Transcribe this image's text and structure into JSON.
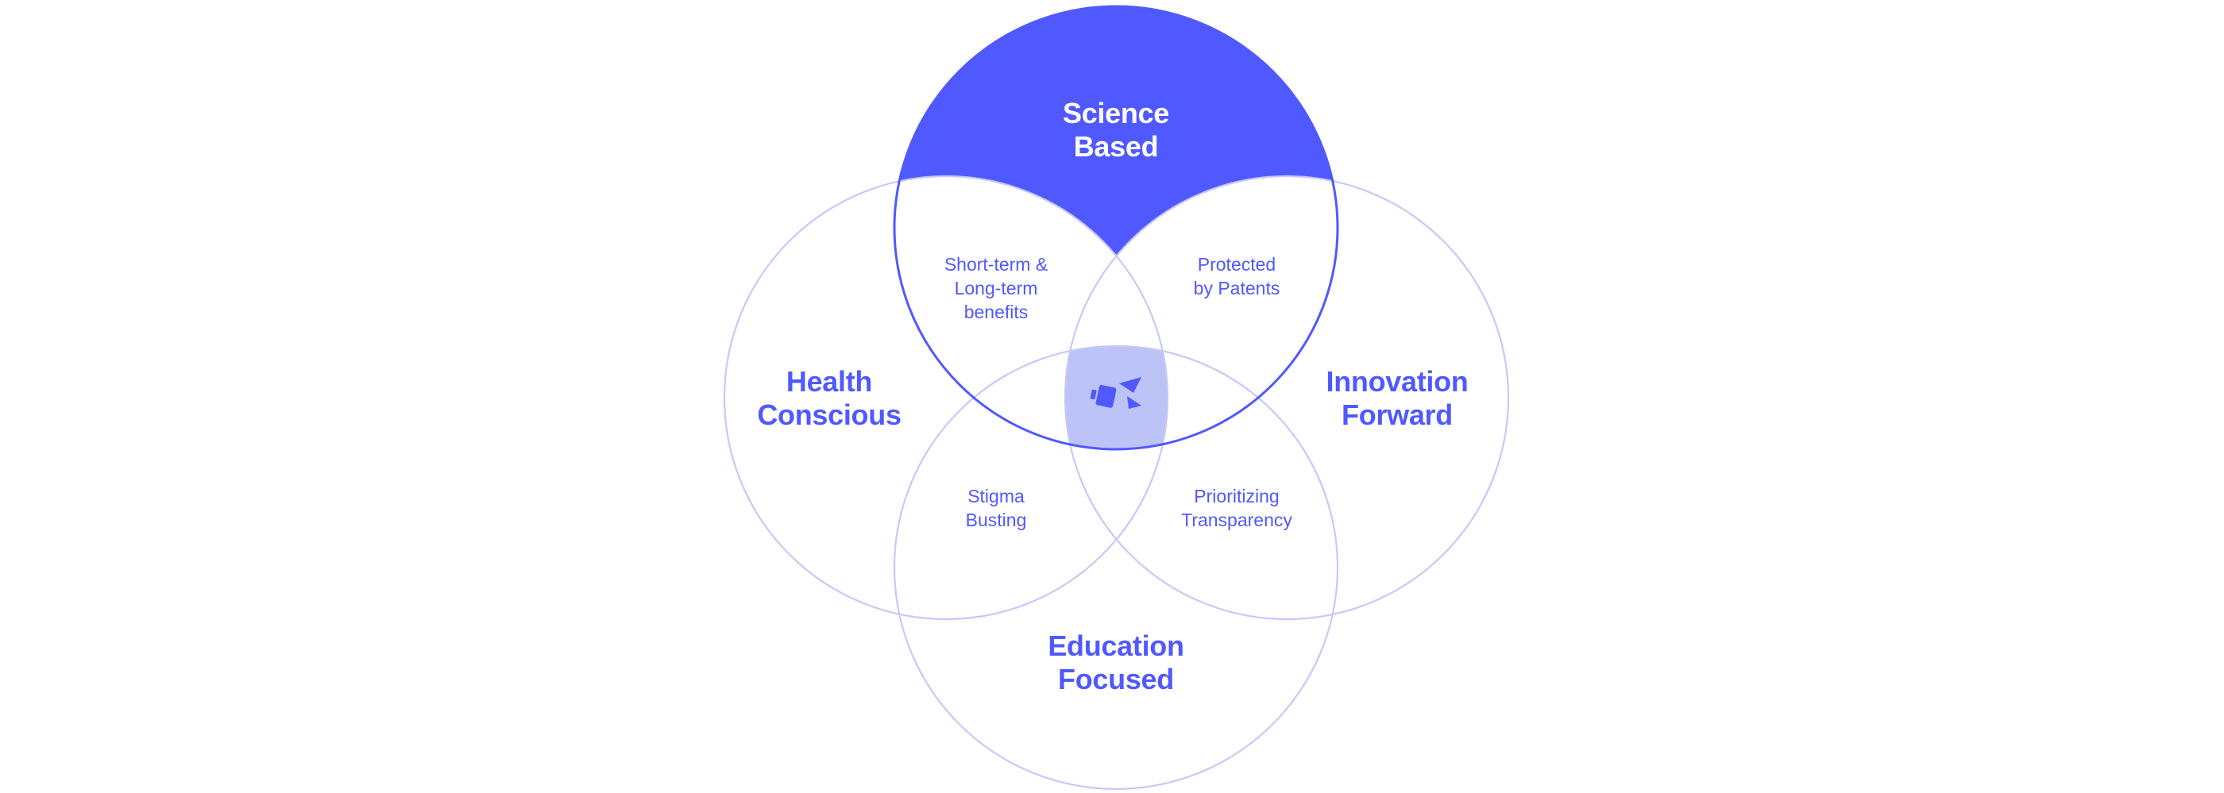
{
  "colors": {
    "accent": "#5059ff",
    "outline_light": "#c6c9f8",
    "center_fill": "#bcc3f7",
    "background": "#ffffff",
    "on_accent_text": "#ffffff"
  },
  "circles": {
    "top": {
      "line1": "Science",
      "line2": "Based"
    },
    "left": {
      "line1": "Health",
      "line2": "Conscious"
    },
    "right": {
      "line1": "Innovation",
      "line2": "Forward"
    },
    "bottom": {
      "line1": "Education",
      "line2": "Focused"
    }
  },
  "overlaps": {
    "top_left": {
      "line1": "Short-term &",
      "line2": "Long-term",
      "line3": "benefits"
    },
    "top_right": {
      "line1": "Protected",
      "line2": "by Patents"
    },
    "bottom_left": {
      "line1": "Stigma",
      "line2": "Busting"
    },
    "bottom_right": {
      "line1": "Prioritizing",
      "line2": "Transparency"
    }
  },
  "center": {
    "icon": "brand-logo-icon"
  }
}
